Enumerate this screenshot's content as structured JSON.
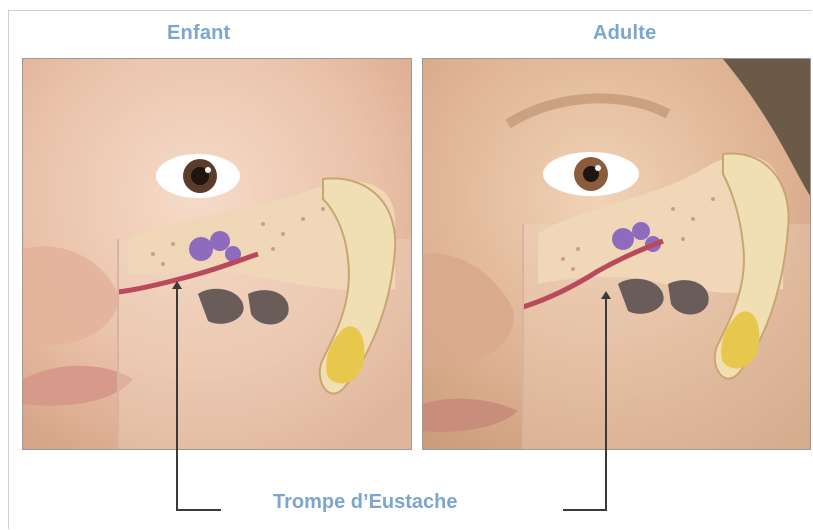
{
  "panels": {
    "left": {
      "title": "Enfant"
    },
    "right": {
      "title": "Adulte"
    }
  },
  "callout": {
    "label": "Trompe d’Eustache"
  },
  "colors": {
    "label": "#7aa6cf",
    "skin": "#e9c1a8",
    "tube": "#b94a5b",
    "ossicles": "#8f6bbd",
    "bone": "#efd7b8",
    "cartilage": "#e7c84d"
  }
}
